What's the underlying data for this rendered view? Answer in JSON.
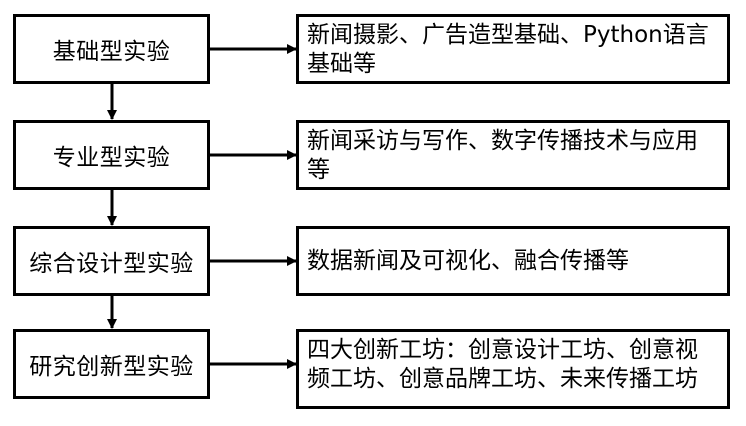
{
  "stages": [
    {
      "label": "基础型实验",
      "description": "新闻摄影、广告造型基础、Python语言基础等"
    },
    {
      "label": "专业型实验",
      "description": "新闻采访与写作、数字传播技术与应用等"
    },
    {
      "label": "综合设计型实验",
      "description": "数据新闻及可视化、融合传播等"
    },
    {
      "label": "研究创新型实验",
      "description": "四大创新工坊：创意设计工坊、创意视频工坊、创意品牌工坊、未来传播工坊"
    }
  ]
}
